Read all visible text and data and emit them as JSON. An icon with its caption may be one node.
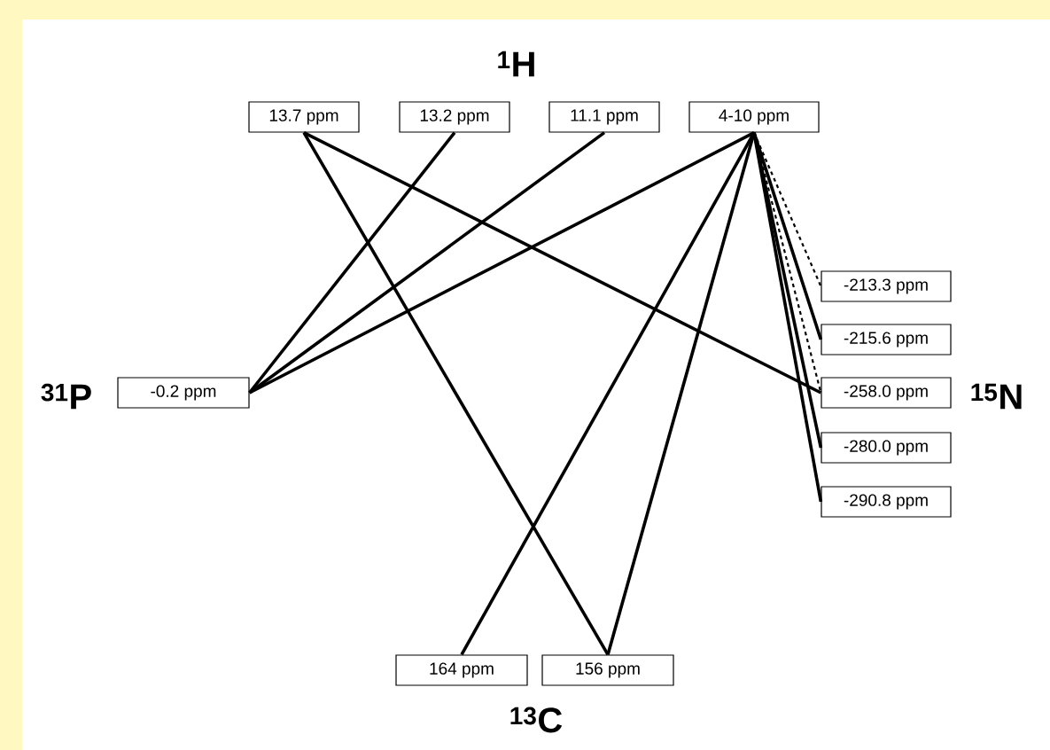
{
  "diagram": {
    "nodes": [
      {
        "text": [
          "13.7 ppm"
        ]
      },
      {
        "text": [
          "13.2 ppm"
        ]
      },
      {
        "text": [
          "11.1 ppm"
        ]
      },
      {
        "text": [
          "4-10 ppm"
        ]
      },
      {
        "text": [
          "-0.2 ppm"
        ]
      },
      {
        "text": [
          "-213.3 ppm"
        ]
      },
      {
        "text": [
          "-215.6 ppm"
        ]
      },
      {
        "text": [
          "-258.0 ppm"
        ]
      },
      {
        "text": [
          "-280.0 ppm"
        ]
      },
      {
        "text": [
          "-290.8 ppm"
        ]
      },
      {
        "text": [
          "164 ppm"
        ]
      },
      {
        "text": [
          "156 ppm"
        ]
      }
    ],
    "edges": [
      {
        "from": 0,
        "to": 7,
        "arrow": "none"
      },
      {
        "from": 0,
        "to": 11,
        "arrow": "none"
      },
      {
        "from": 1,
        "to": 4,
        "arrow": "none"
      },
      {
        "from": 2,
        "to": 4,
        "arrow": "none"
      },
      {
        "from": 3,
        "to": 4,
        "arrow": "none"
      },
      {
        "from": 3,
        "to": 10,
        "arrow": "none"
      },
      {
        "from": 3,
        "to": 11,
        "arrow": "none"
      },
      {
        "from": 3,
        "to": 5,
        "arrow": "none",
        "style": "dashed"
      },
      {
        "from": 3,
        "to": 6,
        "arrow": "none"
      },
      {
        "from": 3,
        "to": 7,
        "arrow": "none",
        "style": "dashed"
      },
      {
        "from": 3,
        "to": 8,
        "arrow": "none"
      },
      {
        "from": 3,
        "to": 9,
        "arrow": "none"
      }
    ],
    "labels": [
      "$^{1}$H",
      "$^{31}$P",
      "$^{15}$N",
      "$^{13}$C"
    ]
  }
}
